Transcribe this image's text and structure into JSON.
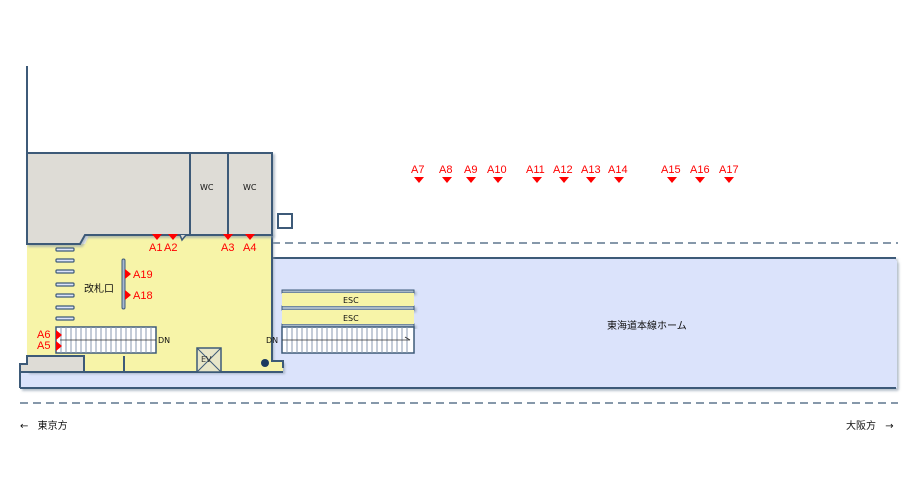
{
  "map": {
    "colors": {
      "wall": "#3d5a78",
      "concourse": "#f7f4a8",
      "room": "#dedcd6",
      "platform": "#dbe3fb",
      "exit_marker": "#ff0000"
    },
    "rooms": {
      "wc1": "WC",
      "wc2": "WC",
      "elevator": "EV"
    },
    "ticket_gate": "改札口",
    "escalators": [
      "ESC",
      "ESC"
    ],
    "stairs": [
      "DN",
      "DN"
    ],
    "platform_label": "東海道本線ホーム",
    "exits_top": [
      "A1",
      "A2",
      "A3",
      "A4"
    ],
    "exits_left": [
      "A6",
      "A5"
    ],
    "exits_gate": [
      "A19",
      "A18"
    ],
    "exits_platform": [
      "A7",
      "A8",
      "A9",
      "A10",
      "A11",
      "A12",
      "A13",
      "A14",
      "A15",
      "A16",
      "A17"
    ],
    "direction_left": {
      "arrow": "←",
      "label": "東京方"
    },
    "direction_right": {
      "arrow": "→",
      "label": "大阪方"
    }
  }
}
